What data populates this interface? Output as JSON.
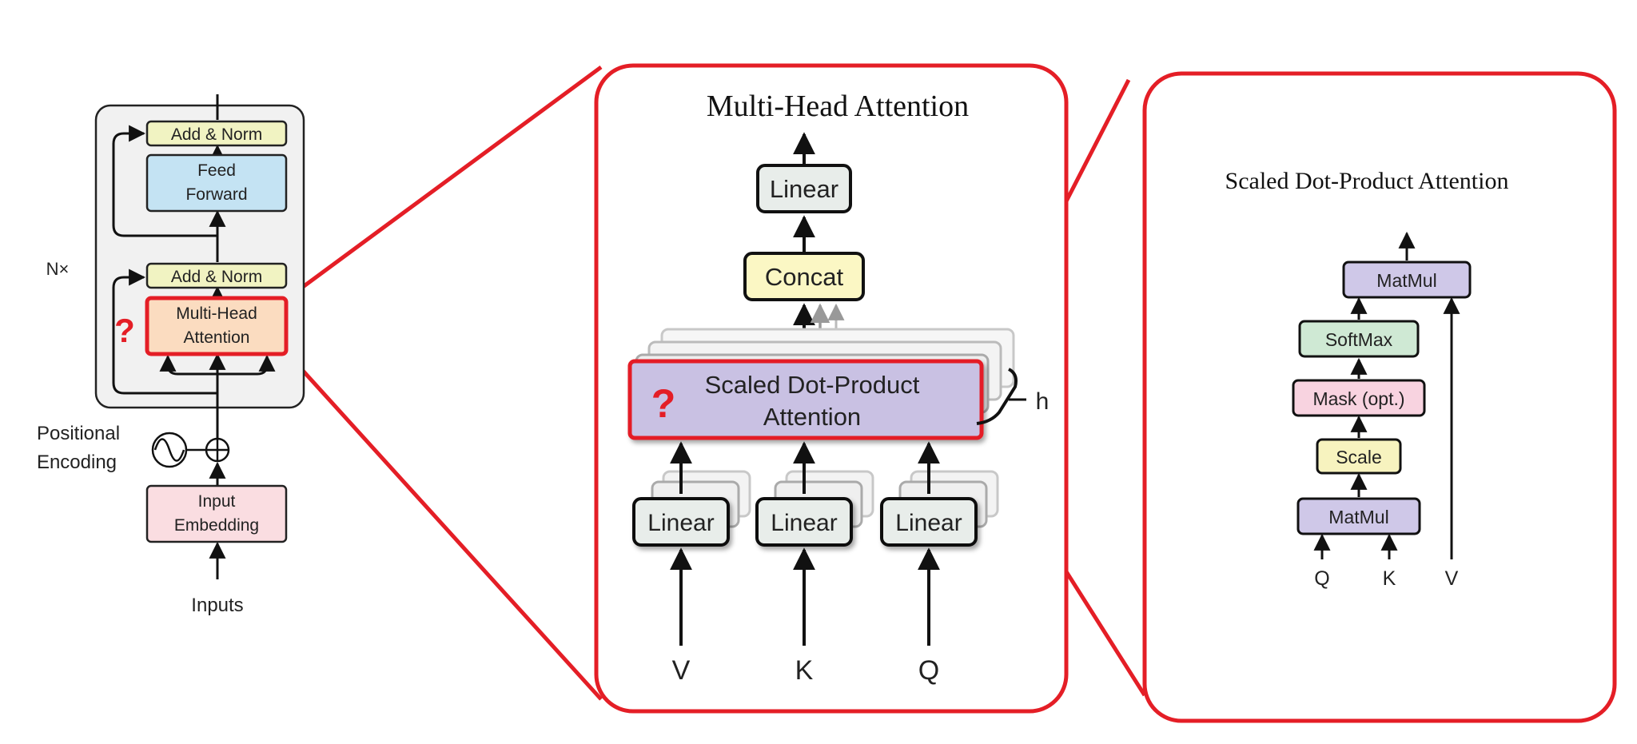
{
  "encoder": {
    "repeat_label": "N×",
    "add_norm_top": "Add & Norm",
    "feed_forward": [
      "Feed",
      "Forward"
    ],
    "add_norm_mid": "Add & Norm",
    "mha": [
      "Multi-Head",
      "Attention"
    ],
    "question_mark": "?",
    "positional_encoding": [
      "Positional",
      "Encoding"
    ],
    "input_embedding": [
      "Input",
      "Embedding"
    ],
    "inputs": "Inputs"
  },
  "multi_head": {
    "title": "Multi-Head Attention",
    "linear_top": "Linear",
    "concat": "Concat",
    "sdpa": [
      "Scaled Dot-Product",
      "Attention"
    ],
    "question_mark": "?",
    "h_label": "h",
    "linears": [
      "Linear",
      "Linear",
      "Linear"
    ],
    "inputs": [
      "V",
      "K",
      "Q"
    ]
  },
  "scaled_dot": {
    "title": "Scaled Dot-Product Attention",
    "matmul_top": "MatMul",
    "softmax": "SoftMax",
    "mask": "Mask (opt.)",
    "scale": "Scale",
    "matmul_bottom": "MatMul",
    "inputs": [
      "Q",
      "K",
      "V"
    ]
  },
  "colors": {
    "highlight": "#e41e26",
    "add_norm": "#f1f3c2",
    "feed_forward": "#c4e3f3",
    "mha": "#fbdcc0",
    "input_embedding": "#fadde1",
    "linear": "#e8edea",
    "concat": "#fbf7c4",
    "sdpa": "#c9c1e3",
    "matmul": "#cfc8e8",
    "softmax": "#cfe9d4",
    "mask": "#f8d3e0",
    "scale": "#f7f3bf",
    "encoder_bg": "#f1f1f1"
  }
}
